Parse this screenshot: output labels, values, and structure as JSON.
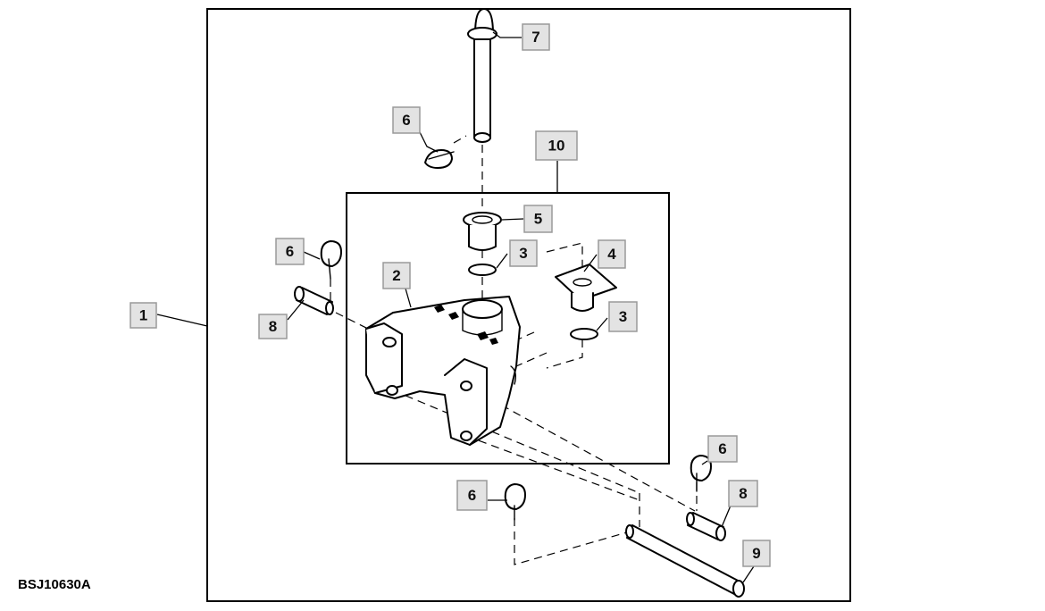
{
  "figure_id": "BSJ10630A",
  "callouts": {
    "c1": "1",
    "c2": "2",
    "c3a": "3",
    "c3b": "3",
    "c4": "4",
    "c5": "5",
    "c6a": "6",
    "c6b": "6",
    "c6c": "6",
    "c6d": "6",
    "c7": "7",
    "c8a": "8",
    "c8b": "8",
    "c9": "9",
    "c10": "10"
  },
  "colors": {
    "callout_fill": "#e3e3e3",
    "callout_border": "#9a9a9a",
    "line": "#000000"
  }
}
